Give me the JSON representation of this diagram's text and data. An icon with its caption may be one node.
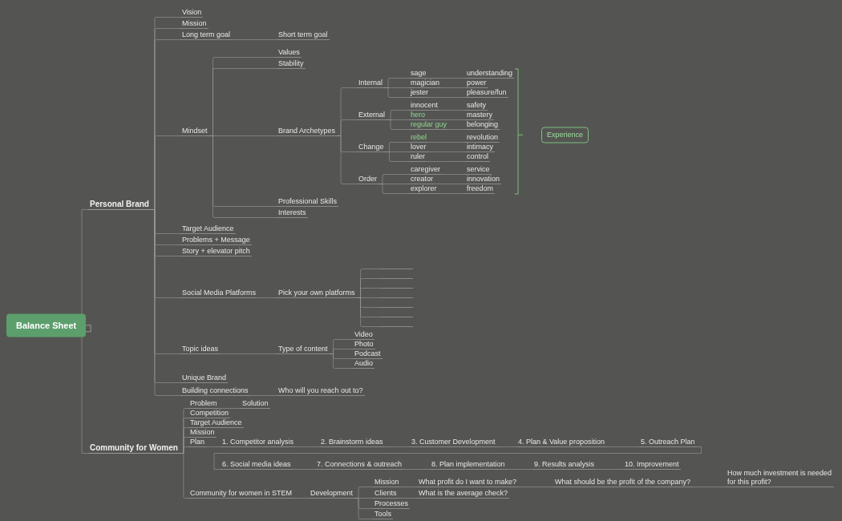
{
  "diagram": {
    "nodes": [
      {
        "text": [
          "Balance Sheet"
        ]
      },
      {
        "text": [
          "Personal Brand"
        ]
      },
      {
        "text": [
          "Community for Women"
        ]
      },
      {
        "text": [
          "Vision"
        ]
      },
      {
        "text": [
          "Mission"
        ]
      },
      {
        "text": [
          "Long term goal"
        ]
      },
      {
        "text": [
          "Short term goal"
        ]
      },
      {
        "text": [
          "Mindset"
        ]
      },
      {
        "text": [
          "Values"
        ]
      },
      {
        "text": [
          "Stability"
        ]
      },
      {
        "text": [
          "Brand Archetypes"
        ]
      },
      {
        "text": [
          "Internal"
        ]
      },
      {
        "text": [
          "sage"
        ]
      },
      {
        "text": [
          "understanding"
        ]
      },
      {
        "text": [
          "magician"
        ]
      },
      {
        "text": [
          "power"
        ]
      },
      {
        "text": [
          "jester"
        ]
      },
      {
        "text": [
          "pleasure/fun"
        ]
      },
      {
        "text": [
          "External"
        ]
      },
      {
        "text": [
          "innocent"
        ]
      },
      {
        "text": [
          "safety"
        ]
      },
      {
        "text": [
          "hero"
        ]
      },
      {
        "text": [
          "mastery"
        ]
      },
      {
        "text": [
          "regular guy"
        ]
      },
      {
        "text": [
          "belonging"
        ]
      },
      {
        "text": [
          "Change"
        ]
      },
      {
        "text": [
          "rebel"
        ]
      },
      {
        "text": [
          "revolution"
        ]
      },
      {
        "text": [
          "lover"
        ]
      },
      {
        "text": [
          "intimacy"
        ]
      },
      {
        "text": [
          "ruler"
        ]
      },
      {
        "text": [
          "control"
        ]
      },
      {
        "text": [
          "Order"
        ]
      },
      {
        "text": [
          "caregiver"
        ]
      },
      {
        "text": [
          "service"
        ]
      },
      {
        "text": [
          "creator"
        ]
      },
      {
        "text": [
          "innovation"
        ]
      },
      {
        "text": [
          "explorer"
        ]
      },
      {
        "text": [
          "freedom"
        ]
      },
      {
        "text": [
          "Experience"
        ]
      },
      {
        "text": [
          "Professional Skills"
        ]
      },
      {
        "text": [
          "Interests"
        ]
      },
      {
        "text": [
          "Target Audience"
        ]
      },
      {
        "text": [
          "Problems + Message"
        ]
      },
      {
        "text": [
          "Story + elevator pitch"
        ]
      },
      {
        "text": [
          "Social Media Platforms"
        ]
      },
      {
        "text": [
          "Pick your own platforms"
        ]
      },
      {
        "text": [],
        "shape": "bar"
      },
      {
        "text": [],
        "shape": "bar"
      },
      {
        "text": [],
        "shape": "bar"
      },
      {
        "text": [],
        "shape": "bar"
      },
      {
        "text": [],
        "shape": "bar"
      },
      {
        "text": [],
        "shape": "bar"
      },
      {
        "text": [],
        "shape": "bar"
      },
      {
        "text": [
          "Topic ideas"
        ]
      },
      {
        "text": [
          "Type of content"
        ]
      },
      {
        "text": [
          "Video"
        ]
      },
      {
        "text": [
          "Photo"
        ]
      },
      {
        "text": [
          "Podcast"
        ]
      },
      {
        "text": [
          "Audio"
        ]
      },
      {
        "text": [
          "Unique Brand"
        ]
      },
      {
        "text": [
          "Building connections"
        ]
      },
      {
        "text": [
          "Who will you reach out to?"
        ]
      },
      {
        "text": [
          "Problem"
        ]
      },
      {
        "text": [
          "Solution"
        ]
      },
      {
        "text": [
          "Competition"
        ]
      },
      {
        "text": [
          "Target Audience"
        ]
      },
      {
        "text": [
          "Mission"
        ]
      },
      {
        "text": [
          "Plan"
        ]
      },
      {
        "text": [
          "1. Competitor analysis"
        ]
      },
      {
        "text": [
          "2. Brainstorm ideas"
        ]
      },
      {
        "text": [
          "3. Customer Development"
        ]
      },
      {
        "text": [
          "4. Plan & Value proposition"
        ]
      },
      {
        "text": [
          "5. Outreach Plan"
        ]
      },
      {
        "text": [
          "6. Social media ideas"
        ]
      },
      {
        "text": [
          "7. Connections & outreach"
        ]
      },
      {
        "text": [
          "8. Plan implementation"
        ]
      },
      {
        "text": [
          "9. Results analysis"
        ]
      },
      {
        "text": [
          "10. Improvement"
        ]
      },
      {
        "text": [
          "Community for women in STEM"
        ]
      },
      {
        "text": [
          "Development"
        ]
      },
      {
        "text": [
          "Mission"
        ]
      },
      {
        "text": [
          "What profit do I want to make?"
        ]
      },
      {
        "text": [
          "What should be the profit of the company?"
        ]
      },
      {
        "text": [
          "How much investment is needed for this profit?"
        ]
      },
      {
        "text": [
          "Clients"
        ]
      },
      {
        "text": [
          "What is the average check?"
        ]
      },
      {
        "text": [
          "Processes"
        ]
      },
      {
        "text": [
          "Tools"
        ]
      }
    ],
    "edges": [
      {
        "from": 0,
        "to": 1,
        "arrow": "none"
      },
      {
        "from": 0,
        "to": 2,
        "arrow": "none"
      },
      {
        "from": 1,
        "to": 3,
        "arrow": "none"
      },
      {
        "from": 1,
        "to": 4,
        "arrow": "none"
      },
      {
        "from": 1,
        "to": 5,
        "arrow": "none"
      },
      {
        "from": 5,
        "to": 6,
        "arrow": "none"
      },
      {
        "from": 1,
        "to": 7,
        "arrow": "none"
      },
      {
        "from": 7,
        "to": 8,
        "arrow": "none"
      },
      {
        "from": 7,
        "to": 9,
        "arrow": "none"
      },
      {
        "from": 7,
        "to": 10,
        "arrow": "none"
      },
      {
        "from": 10,
        "to": 11,
        "arrow": "none"
      },
      {
        "from": 11,
        "to": 12,
        "arrow": "none"
      },
      {
        "from": 12,
        "to": 13,
        "arrow": "none"
      },
      {
        "from": 11,
        "to": 14,
        "arrow": "none"
      },
      {
        "from": 14,
        "to": 15,
        "arrow": "none"
      },
      {
        "from": 11,
        "to": 16,
        "arrow": "none"
      },
      {
        "from": 16,
        "to": 17,
        "arrow": "none"
      },
      {
        "from": 10,
        "to": 18,
        "arrow": "none"
      },
      {
        "from": 18,
        "to": 19,
        "arrow": "none"
      },
      {
        "from": 19,
        "to": 20,
        "arrow": "none"
      },
      {
        "from": 18,
        "to": 21,
        "arrow": "none"
      },
      {
        "from": 21,
        "to": 22,
        "arrow": "none"
      },
      {
        "from": 18,
        "to": 23,
        "arrow": "none"
      },
      {
        "from": 23,
        "to": 24,
        "arrow": "none"
      },
      {
        "from": 10,
        "to": 25,
        "arrow": "none"
      },
      {
        "from": 25,
        "to": 26,
        "arrow": "none"
      },
      {
        "from": 26,
        "to": 27,
        "arrow": "none"
      },
      {
        "from": 25,
        "to": 28,
        "arrow": "none"
      },
      {
        "from": 28,
        "to": 29,
        "arrow": "none"
      },
      {
        "from": 25,
        "to": 30,
        "arrow": "none"
      },
      {
        "from": 30,
        "to": 31,
        "arrow": "none"
      },
      {
        "from": 10,
        "to": 32,
        "arrow": "none"
      },
      {
        "from": 32,
        "to": 33,
        "arrow": "none"
      },
      {
        "from": 33,
        "to": 34,
        "arrow": "none"
      },
      {
        "from": 32,
        "to": 35,
        "arrow": "none"
      },
      {
        "from": 35,
        "to": 36,
        "arrow": "none"
      },
      {
        "from": 32,
        "to": 37,
        "arrow": "none"
      },
      {
        "from": 37,
        "to": 38,
        "arrow": "none"
      },
      {
        "from": 7,
        "to": 40,
        "arrow": "none"
      },
      {
        "from": 7,
        "to": 41,
        "arrow": "none"
      },
      {
        "from": 1,
        "to": 42,
        "arrow": "none"
      },
      {
        "from": 1,
        "to": 43,
        "arrow": "none"
      },
      {
        "from": 1,
        "to": 44,
        "arrow": "none"
      },
      {
        "from": 1,
        "to": 45,
        "arrow": "none"
      },
      {
        "from": 45,
        "to": 46,
        "arrow": "none"
      },
      {
        "from": 46,
        "to": 47,
        "arrow": "none"
      },
      {
        "from": 46,
        "to": 48,
        "arrow": "none"
      },
      {
        "from": 46,
        "to": 49,
        "arrow": "none"
      },
      {
        "from": 46,
        "to": 50,
        "arrow": "none"
      },
      {
        "from": 46,
        "to": 51,
        "arrow": "none"
      },
      {
        "from": 46,
        "to": 52,
        "arrow": "none"
      },
      {
        "from": 46,
        "to": 53,
        "arrow": "none"
      },
      {
        "from": 1,
        "to": 54,
        "arrow": "none"
      },
      {
        "from": 54,
        "to": 55,
        "arrow": "none"
      },
      {
        "from": 55,
        "to": 56,
        "arrow": "none"
      },
      {
        "from": 55,
        "to": 57,
        "arrow": "none"
      },
      {
        "from": 55,
        "to": 58,
        "arrow": "none"
      },
      {
        "from": 55,
        "to": 59,
        "arrow": "none"
      },
      {
        "from": 1,
        "to": 60,
        "arrow": "none"
      },
      {
        "from": 1,
        "to": 61,
        "arrow": "none"
      },
      {
        "from": 61,
        "to": 62,
        "arrow": "none"
      },
      {
        "from": 2,
        "to": 63,
        "arrow": "none"
      },
      {
        "from": 63,
        "to": 64,
        "arrow": "none"
      },
      {
        "from": 2,
        "to": 65,
        "arrow": "none"
      },
      {
        "from": 2,
        "to": 66,
        "arrow": "none"
      },
      {
        "from": 2,
        "to": 67,
        "arrow": "none"
      },
      {
        "from": 2,
        "to": 68,
        "arrow": "none"
      },
      {
        "from": 68,
        "to": 69,
        "arrow": "none"
      },
      {
        "from": 69,
        "to": 70,
        "arrow": "none"
      },
      {
        "from": 70,
        "to": 71,
        "arrow": "none"
      },
      {
        "from": 71,
        "to": 72,
        "arrow": "none"
      },
      {
        "from": 72,
        "to": 73,
        "arrow": "none"
      },
      {
        "from": 73,
        "to": 74,
        "arrow": "none"
      },
      {
        "from": 74,
        "to": 75,
        "arrow": "none"
      },
      {
        "from": 75,
        "to": 76,
        "arrow": "none"
      },
      {
        "from": 76,
        "to": 77,
        "arrow": "none"
      },
      {
        "from": 77,
        "to": 78,
        "arrow": "none"
      },
      {
        "from": 2,
        "to": 79,
        "arrow": "none"
      },
      {
        "from": 79,
        "to": 80,
        "arrow": "none"
      },
      {
        "from": 80,
        "to": 81,
        "arrow": "none"
      },
      {
        "from": 81,
        "to": 82,
        "arrow": "none"
      },
      {
        "from": 82,
        "to": 83,
        "arrow": "none"
      },
      {
        "from": 83,
        "to": 84,
        "arrow": "none"
      },
      {
        "from": 80,
        "to": 85,
        "arrow": "none"
      },
      {
        "from": 85,
        "to": 86,
        "arrow": "none"
      },
      {
        "from": 80,
        "to": 87,
        "arrow": "none"
      },
      {
        "from": 80,
        "to": 88,
        "arrow": "none"
      }
    ]
  }
}
